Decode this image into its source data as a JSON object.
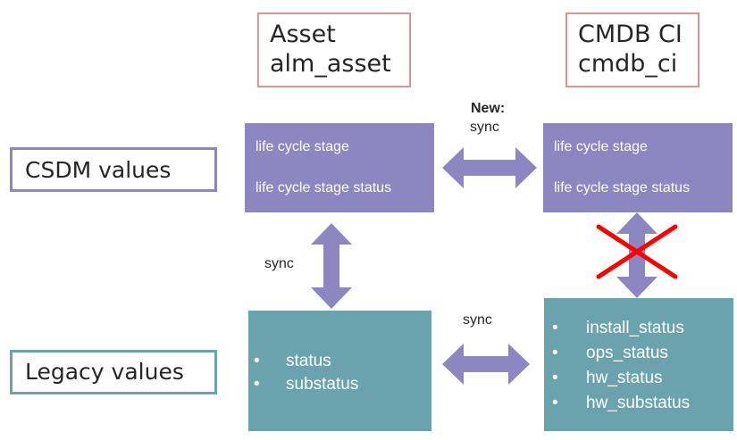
{
  "headers": {
    "asset": {
      "title": "Asset",
      "table": "alm_asset"
    },
    "cmdb": {
      "title": "CMDB CI",
      "table": "cmdb_ci"
    }
  },
  "rows": {
    "csdm_label": "CSDM values",
    "legacy_label": "Legacy values"
  },
  "csdm_boxes": {
    "asset": {
      "field1": "life cycle stage",
      "field2": "life cycle stage status"
    },
    "cmdb": {
      "field1": "life cycle stage",
      "field2": "life cycle stage status"
    }
  },
  "legacy_boxes": {
    "asset": {
      "items": [
        "status",
        "substatus"
      ]
    },
    "cmdb": {
      "items": [
        "install_status",
        "ops_status",
        "hw_status",
        "hw_substatus"
      ]
    }
  },
  "connectors": {
    "top_new": "New:",
    "top_sync": "sync",
    "left_sync": "sync",
    "bottom_sync": "sync"
  },
  "colors": {
    "csdm_fill": "#8e86c0",
    "legacy_fill": "#6aa3ad",
    "header_border": "#d99694",
    "cross": "#ff0000"
  }
}
